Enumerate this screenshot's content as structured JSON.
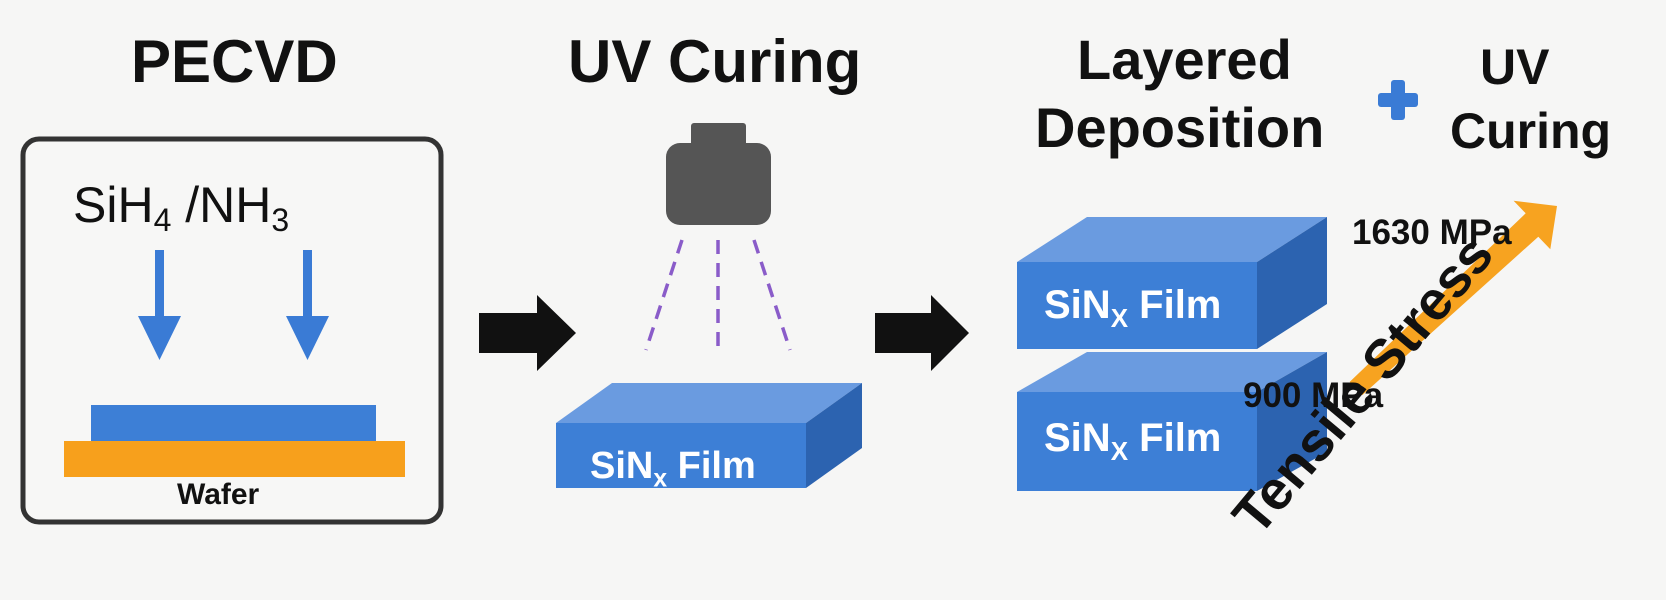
{
  "steps": {
    "pecvd": {
      "title": "PECVD",
      "gas_si": "SiH",
      "gas_si_sub": "4",
      "gas_sep": " /NH",
      "gas_nh_sub": "3",
      "wafer_label": "Wafer"
    },
    "uv_curing": {
      "title": "UV Curing",
      "film_main": "SiN",
      "film_sub": "x",
      "film_tail": " Film"
    },
    "layered": {
      "title_line1": "Layered",
      "title_line2": "Deposition",
      "plus": "+",
      "title2_line1": "UV",
      "title2_line2": "Curing",
      "film_top_main": "SiN",
      "film_top_sub": "X",
      "film_top_tail": " Film",
      "film_bottom_main": "SiN",
      "film_bottom_sub": "X",
      "film_bottom_tail": " Film",
      "stress_low": "900 MPa",
      "stress_high": "1630 MPa",
      "stress_label": "Tensile Stress"
    }
  },
  "colors": {
    "film_top": "#6a9be0",
    "film_front": "#3d7fd6",
    "film_side": "#2c63b0",
    "wafer": "#f7a01c",
    "arrow_blue": "#3a7bd5",
    "stress_arrow": "#f7a320",
    "uv_lamp": "#555555",
    "uv_rays": "#8a5cc9",
    "process_arrow": "#111111",
    "box_border": "#333333"
  },
  "icons": [
    "uv-lamp-icon",
    "down-arrow-icon",
    "right-arrow-icon",
    "plus-icon",
    "stress-arrow-icon"
  ]
}
